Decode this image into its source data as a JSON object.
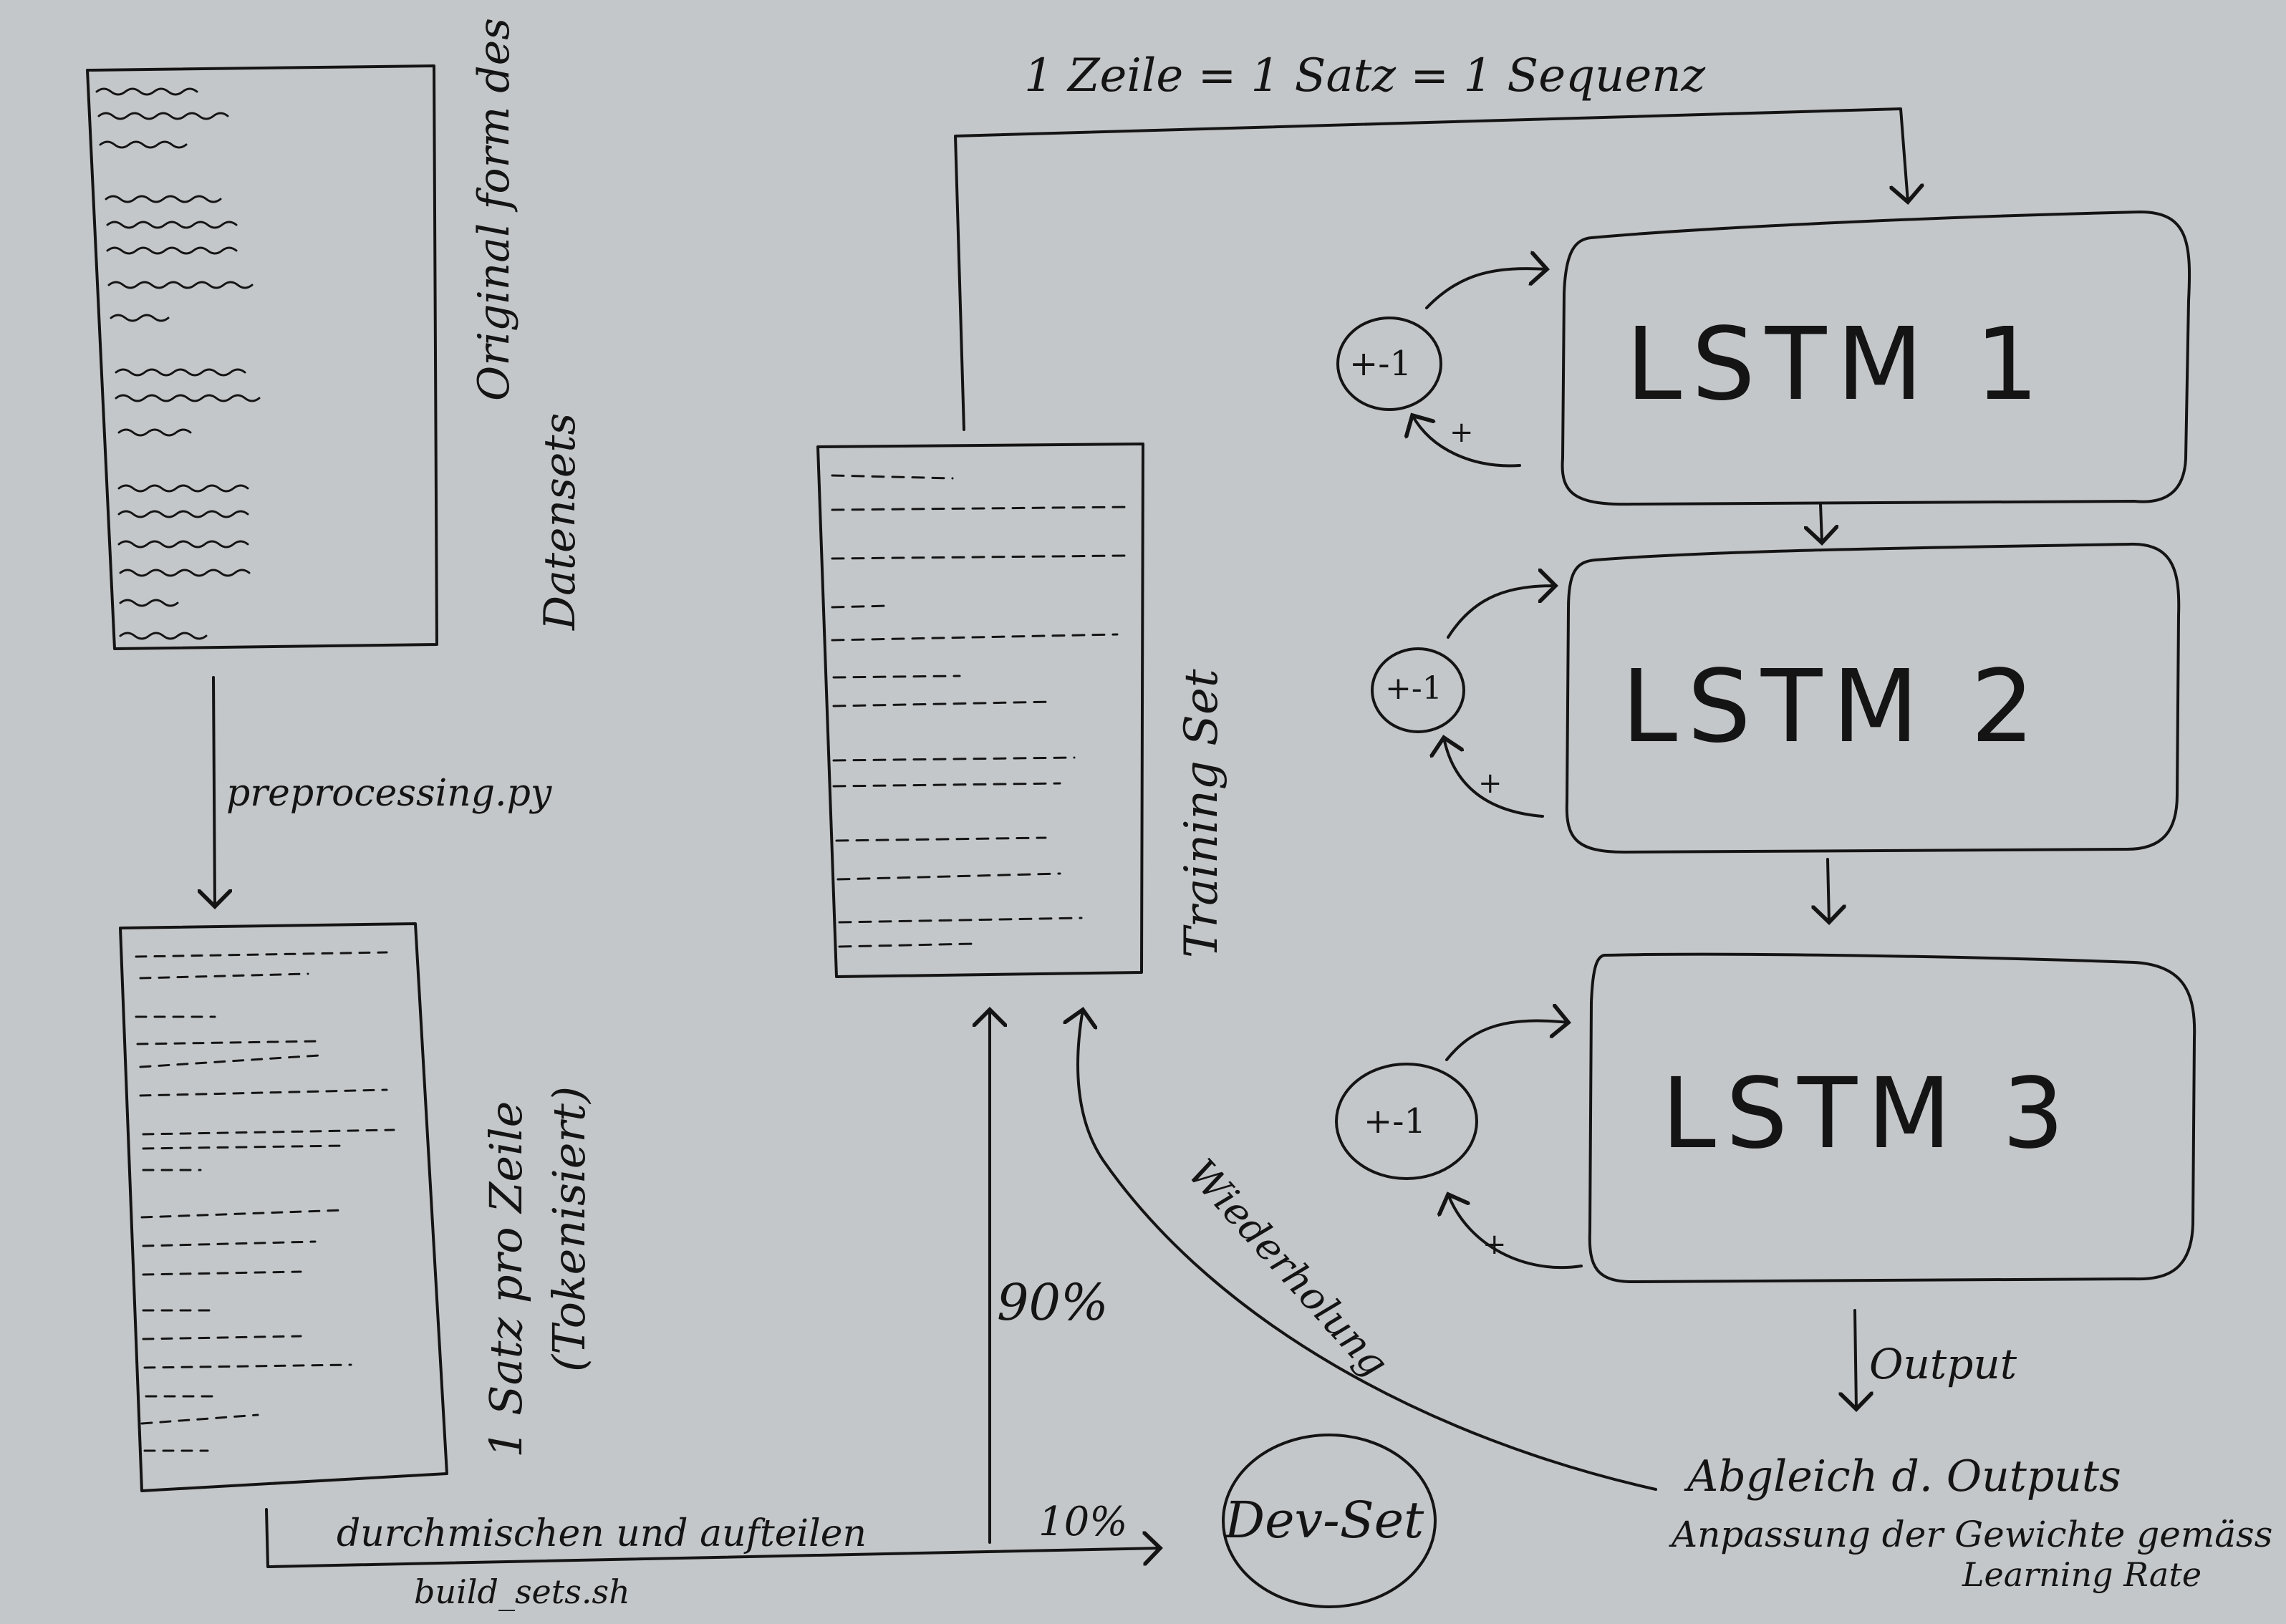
{
  "labels": {
    "original_form": "Original form des",
    "datasets": "Datensets",
    "preprocessing": "preprocessing.py",
    "one_sentence_per_line": "1 Satz pro Zeile",
    "tokenized": "(Tokenisiert)",
    "shuffle_split": "durchmischen und aufteilen",
    "build_sets": "build_sets.sh",
    "training_set": "Training Set",
    "percent_90": "90%",
    "percent_10": "10%",
    "dev_set": "Dev-Set",
    "line_sentence_sequence": "1 Zeile = 1 Satz = 1 Sequenz",
    "lstm1": "LSTM 1",
    "lstm2": "LSTM 2",
    "lstm3": "LSTM 3",
    "loop_node": "+-1",
    "plus": "+",
    "output": "Output",
    "repetition": "Wiederholung",
    "compare_outputs": "Abgleich d. Outputs",
    "adjust_weights": "Anpassung der Gewichte gemäss",
    "learning_rate": "Learning Rate"
  },
  "colors": {
    "paper": "#c4c7c9",
    "ink": "#141414",
    "box": "#d3d6d8"
  }
}
